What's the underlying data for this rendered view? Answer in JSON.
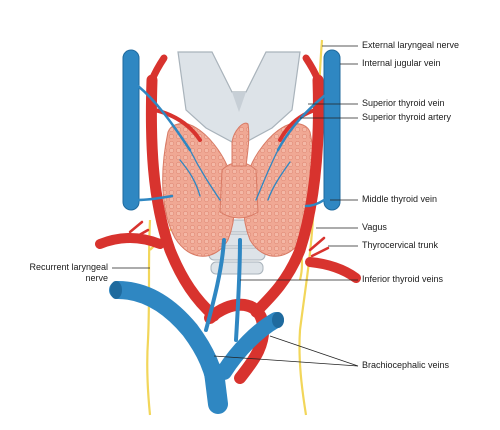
{
  "labels": {
    "external_laryngeal_nerve": "External laryngeal nerve",
    "internal_jugular_vein": "Internal jugular vein",
    "superior_thyroid_vein": "Superior thyroid vein",
    "superior_thyroid_artery": "Superior thyroid artery",
    "middle_thyroid_vein": "Middle thyroid vein",
    "vagus": "Vagus",
    "thyrocervical_trunk": "Thyrocervical trunk",
    "recurrent_laryngeal_nerve_line1": "Recurrent laryngeal",
    "recurrent_laryngeal_nerve_line2": "nerve",
    "inferior_thyroid_veins": "Inferior thyroid veins",
    "brachiocephalic_veins": "Brachiocephalic veins"
  },
  "colors": {
    "vein": "#2f87c2",
    "vein_dark": "#1f6a9e",
    "artery": "#d8332e",
    "artery_dark": "#a8231f",
    "thyroid": "#f0a894",
    "thyroid_dot": "#e07a66",
    "cartilage": "#dde3e8",
    "nerve": "#f2d65a",
    "leader": "#222222"
  }
}
